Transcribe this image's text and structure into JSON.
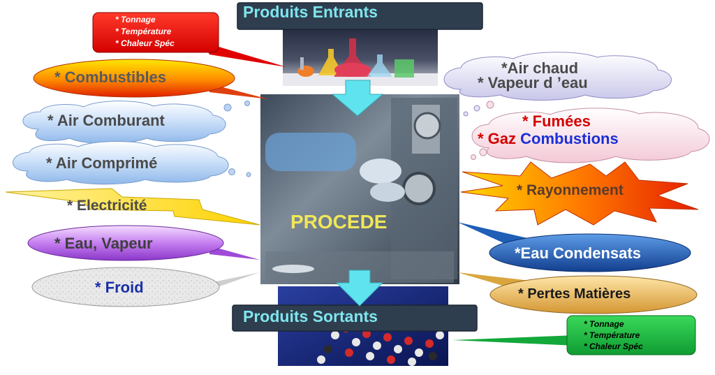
{
  "top": {
    "banner": "Produits Entrants",
    "note_lines": [
      "* Tonnage",
      "* Température",
      "* Chaleur Spéc"
    ],
    "note_color": "#e60000"
  },
  "center": {
    "process_label": "PROCEDE",
    "process_label_color": "#f0e65a"
  },
  "bottom": {
    "banner": "Produits Sortants",
    "note_lines": [
      "* Tonnage",
      "* Température",
      "* Chaleur Spéc"
    ],
    "note_color": "#14b43c"
  },
  "inputs": {
    "combustibles": "* Combustibles",
    "air_comburant": "* Air Comburant",
    "air_comprime": "* Air Comprimé",
    "electricite": "* Electricité",
    "eau_vapeur": "* Eau, Vapeur",
    "froid": "* Froid"
  },
  "outputs": {
    "air_chaud": "*Air chaud",
    "vapeur_eau": "* Vapeur d ’eau",
    "fumees": "* Fumées",
    "gaz_prefix": "* Gaz",
    "combustions": "Combustions",
    "rayonnement": "* Rayonnement",
    "eau_condensats": "*Eau Condensats",
    "pertes": "* Pertes Matières"
  },
  "colors": {
    "banner_bg": "#2f3e4e",
    "banner_text": "#7fe6ef",
    "arrow": "#5fe3ee",
    "eau_condensats_bubble": "#1f5fb8",
    "pertes_bubble": "#d9a63e",
    "gaz_text": "#d40000",
    "combustions_text": "#1a2fd6",
    "froid_text": "#1a2fa8"
  }
}
